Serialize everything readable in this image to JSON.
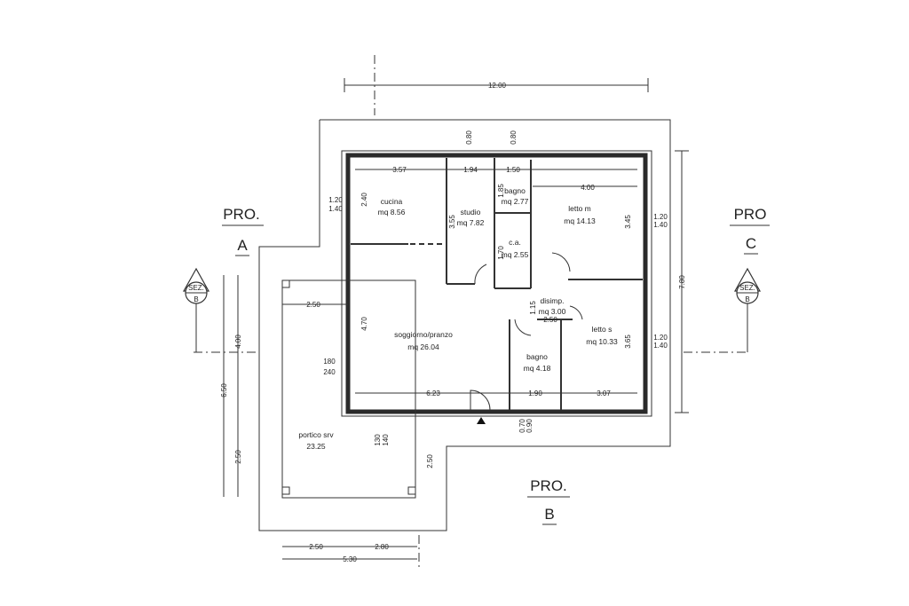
{
  "sections": {
    "a": {
      "pro": "PRO.",
      "letter": "A"
    },
    "b": {
      "pro": "PRO.",
      "letter": "B"
    },
    "c": {
      "pro": "PRO",
      "letter": "C"
    }
  },
  "section_markers": {
    "left": {
      "sez": "SEZ.",
      "letter": "B"
    },
    "right": {
      "sez": "SEZ.",
      "letter": "B"
    }
  },
  "rooms": {
    "cucina": {
      "name": "cucina",
      "area": "mq 8.56"
    },
    "studio": {
      "name": "studio",
      "area": "mq 7.82"
    },
    "bagno1": {
      "name": "bagno",
      "area": "mq 2.77"
    },
    "letto_m": {
      "name": "letto m",
      "area": "mq 14.13"
    },
    "ca": {
      "name": "c.a.",
      "area": "mq 2.55"
    },
    "disimp": {
      "name": "disimp.",
      "area": "mq 3.00"
    },
    "soggiorno": {
      "name": "soggiorno/pranzo",
      "area": "mq 26.04"
    },
    "bagno2": {
      "name": "bagno",
      "area": "mq 4.18"
    },
    "letto_s": {
      "name": "letto s",
      "area": "mq 10.33"
    },
    "portico": {
      "name": "portico srv",
      "area": "23.25"
    }
  },
  "dimensions": {
    "overall_width": "12.00",
    "overall_height": "7.80",
    "top_cucina": "3.57",
    "top_studio": "1.94",
    "top_bagno": "1.50",
    "letto_width": "4.00",
    "cucina_h": "2.40",
    "studio_h": "3.55",
    "letto_h": "3.45",
    "bagno1_h": "1.85",
    "ca_h": "1.70",
    "soggiorno_h": "4.70",
    "disimp_h": "1.15",
    "disimp_w": "2.50",
    "letto_s_h": "3.65",
    "bottom_soggiorno": "6.23",
    "bottom_bagno": "1.90",
    "bottom_letto": "3.07",
    "portico_w": "2.50",
    "left_total": "6.50",
    "left_upper": "4.00",
    "left_lower": "2.50",
    "portico_depth": "2.50",
    "bottom_a": "2.50",
    "bottom_b": "2.80",
    "bottom_total": "5.30"
  },
  "openings": {
    "win_cucina": {
      "a": "1.20",
      "b": "1.40"
    },
    "win_top1": "0.80",
    "win_top2": "0.80",
    "win_letto_m": {
      "a": "1.20",
      "b": "1.40"
    },
    "win_letto_s": {
      "a": "1.20",
      "b": "1.40"
    },
    "door_porch": {
      "a": "180",
      "b": "240"
    },
    "door_entry": {
      "a": "130",
      "b": "140"
    },
    "win_bottom": {
      "a": "0.70",
      "b": "0.90"
    }
  }
}
